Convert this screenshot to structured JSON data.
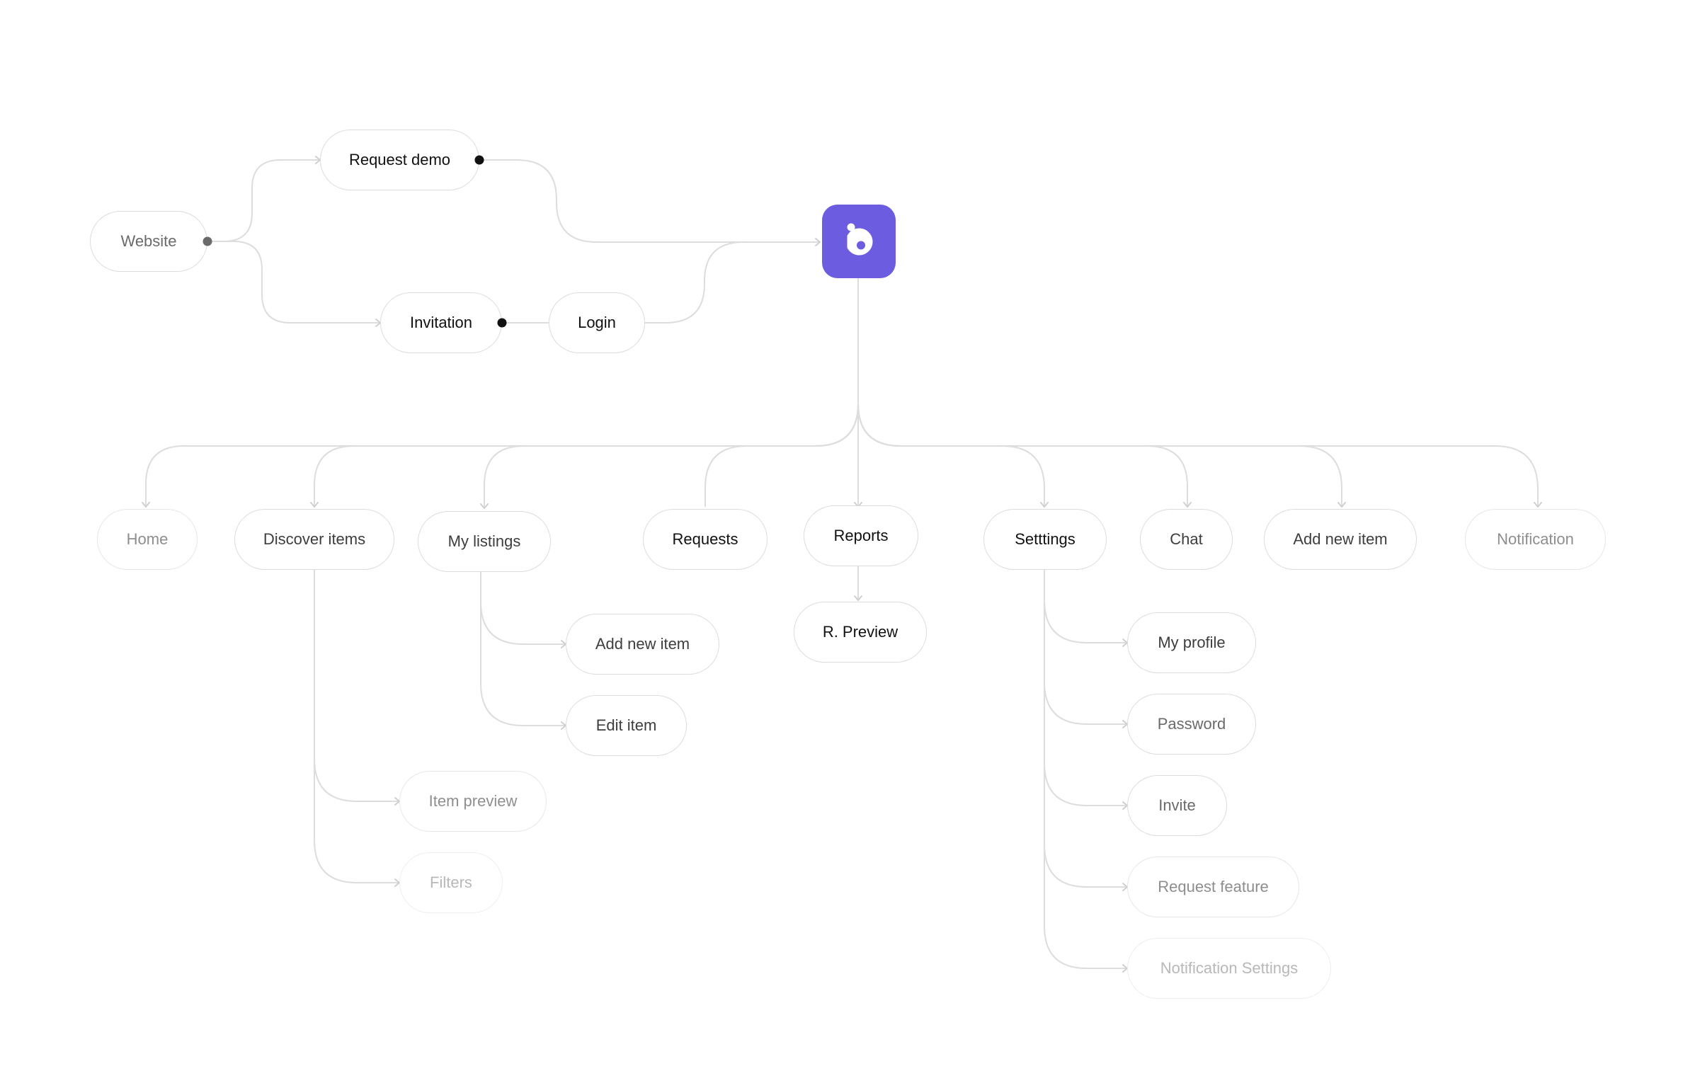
{
  "app": {
    "brand_color": "#6c5ce0",
    "logo_icon": "app-logo-b"
  },
  "entry": {
    "website": "Website",
    "request_demo": "Request demo",
    "invitation": "Invitation",
    "login": "Login"
  },
  "top_nav": {
    "home": "Home",
    "discover_items": "Discover items",
    "my_listings": "My listings",
    "requests": "Requests",
    "reports": "Reports",
    "settings": "Setttings",
    "chat": "Chat",
    "add_new_item": "Add new item",
    "notification": "Notification"
  },
  "discover_children": {
    "item_preview": "Item preview",
    "filters": "Filters"
  },
  "listings_children": {
    "add_new_item": "Add new item",
    "edit_item": "Edit item"
  },
  "reports_children": {
    "preview": "R. Preview"
  },
  "settings_children": {
    "my_profile": "My profile",
    "password": "Password",
    "invite": "Invite",
    "request_feature": "Request feature",
    "notification_settings": "Notification Settings"
  }
}
